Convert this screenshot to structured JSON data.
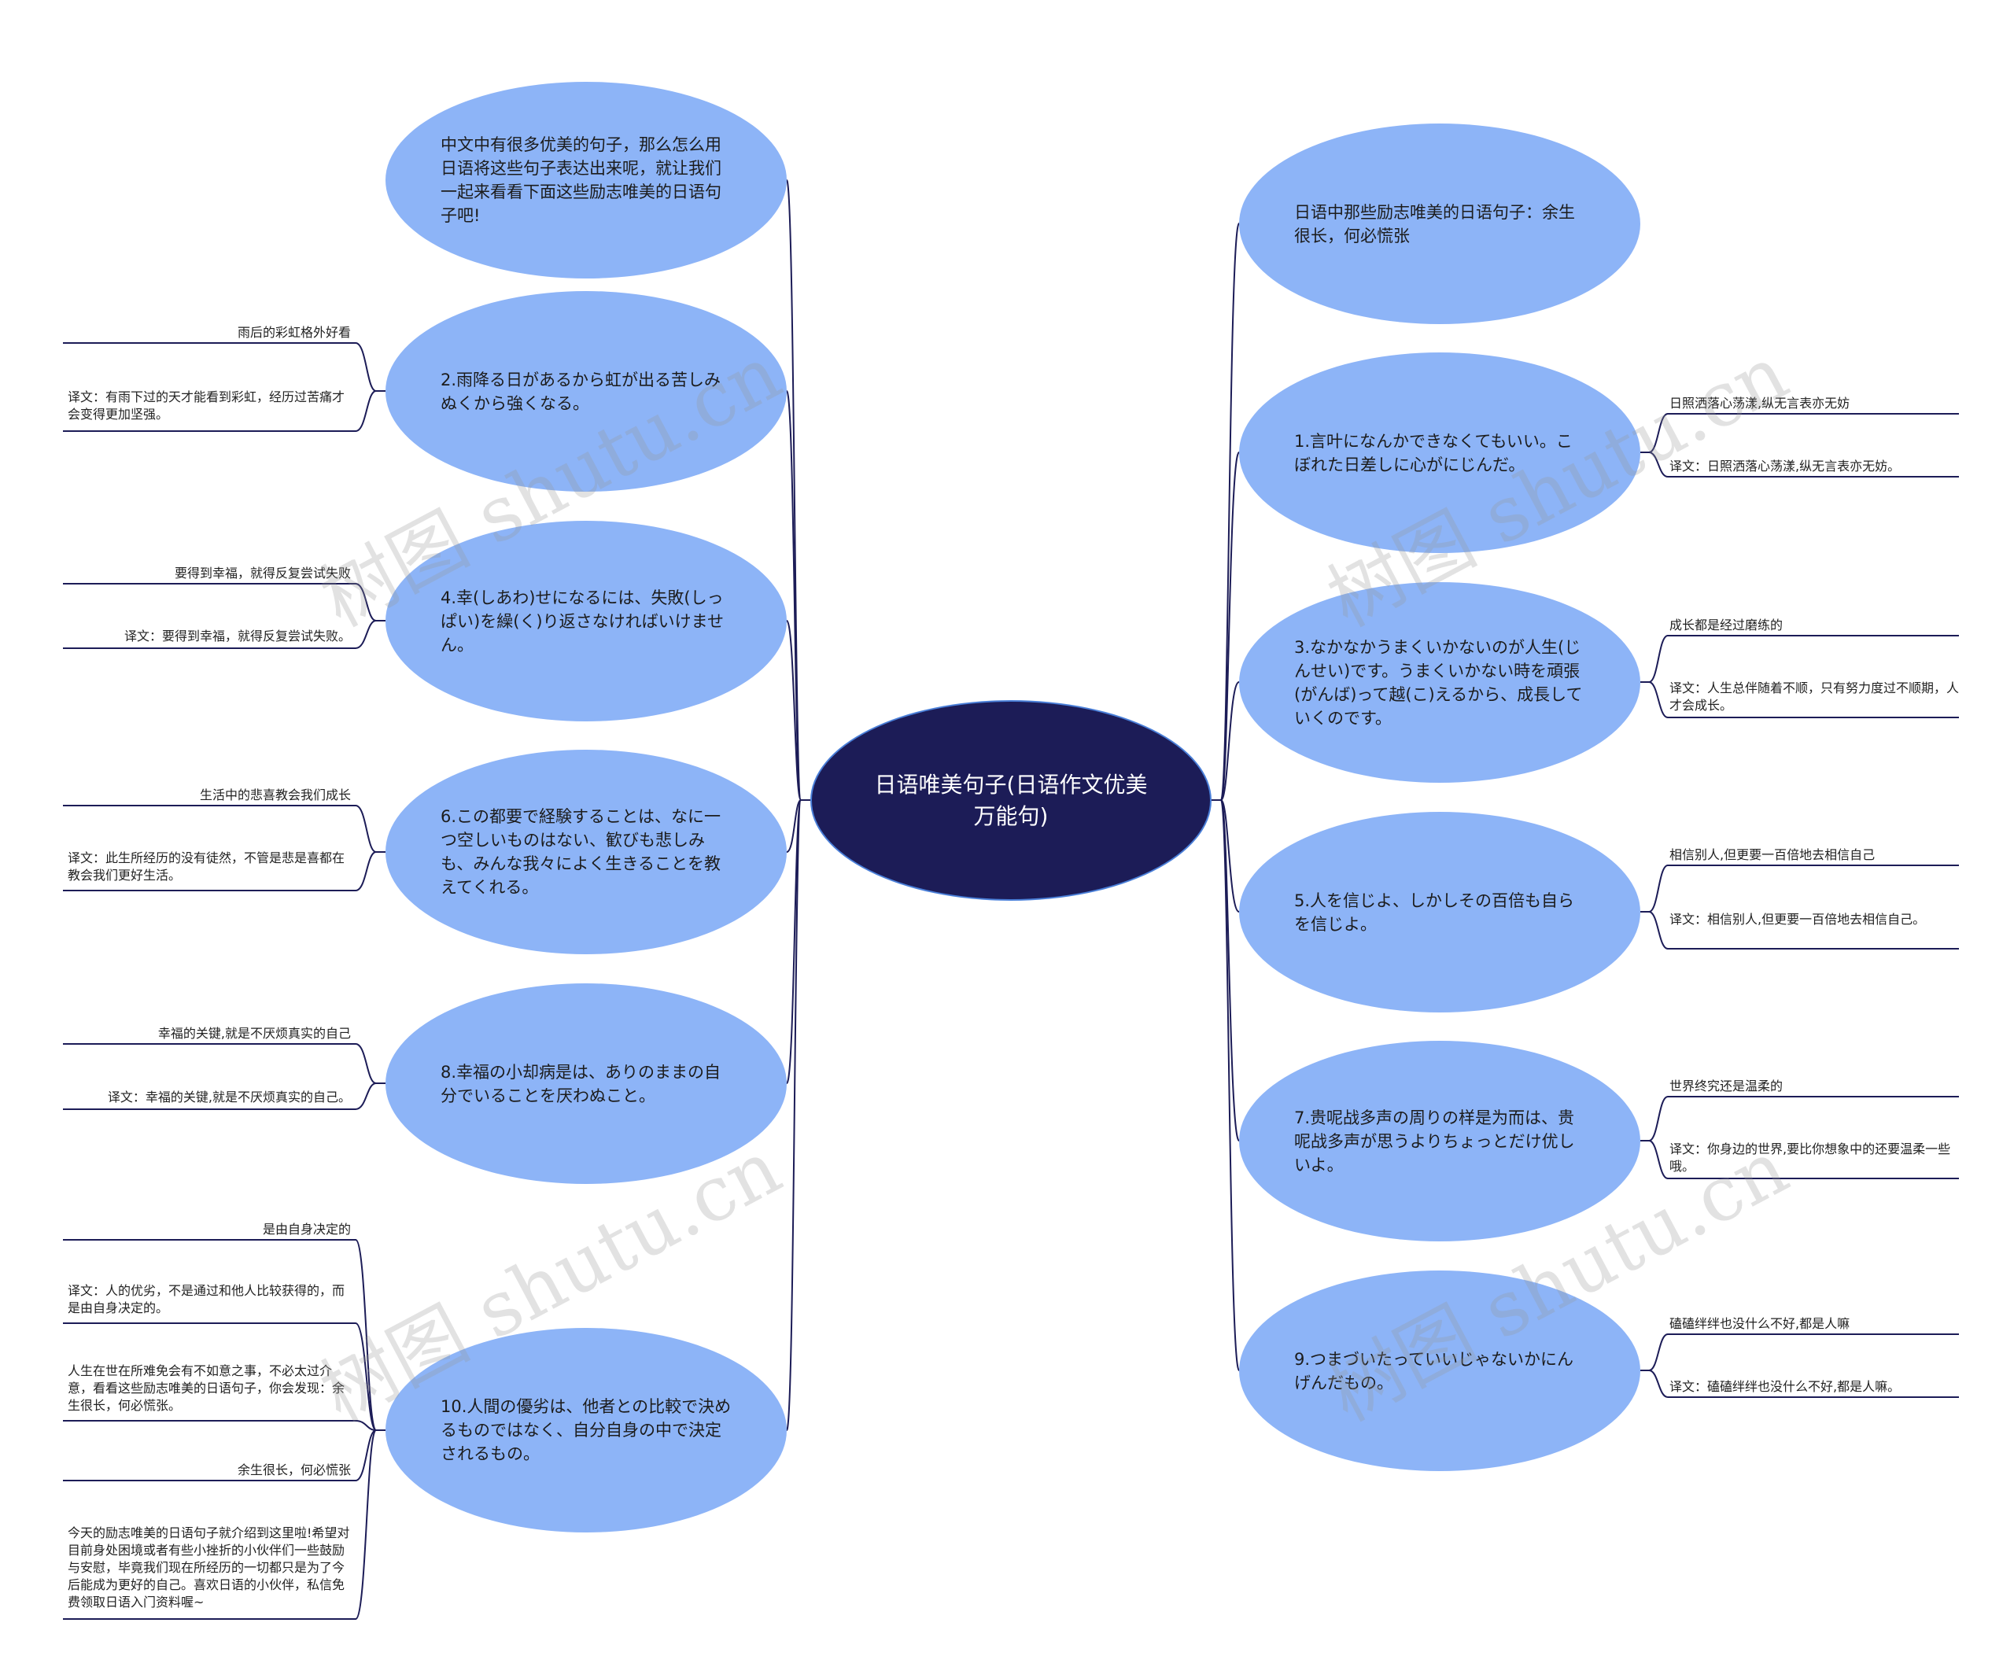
{
  "root": "日语唯美句子(日语作文优美万能句)",
  "intro": "中文中有很多优美的句子，那么怎么用日语将这些句子表达出来呢，就让我们一起来看看下面这些励志唯美的日语句子吧!",
  "left": [
    {
      "text": "2.雨降る日があるから虹が出る苦しみぬくから強くなる。",
      "leaves": [
        "雨后的彩虹格外好看",
        "译文：有雨下过的天才能看到彩虹，经历过苦痛才会变得更加坚强。"
      ]
    },
    {
      "text": "4.幸(しあわ)せになるには、失敗(しっぱい)を繰(く)り返さなければいけません。",
      "leaves": [
        "要得到幸福，就得反复尝试失败",
        "译文：要得到幸福，就得反复尝试失败。"
      ]
    },
    {
      "text": "6.この都要で経験することは、なに一つ空しいものはない、歓びも悲しみも、みんな我々によく生きることを教えてくれる。",
      "leaves": [
        "生活中的悲喜教会我们成长",
        "译文：此生所经历的没有徒然，不管是悲是喜都在教会我们更好生活。"
      ]
    },
    {
      "text": "8.幸福の小却病是は、ありのままの自分でいることを厌わぬこと。",
      "leaves": [
        "幸福的关键,就是不厌烦真实的自己",
        "译文：幸福的关键,就是不厌烦真实的自己。"
      ]
    },
    {
      "text": "10.人間の優劣は、他者との比較で決めるものではなく、自分自身の中で決定されるもの。",
      "leaves": [
        "是由自身决定的",
        "译文：人的优劣，不是通过和他人比较获得的，而是由自身决定的。",
        "人生在世在所难免会有不如意之事，不必太过介意，看看这些励志唯美的日语句子，你会发现：余生很长，何必慌张。",
        "余生很长，何必慌张",
        "今天的励志唯美的日语句子就介绍到这里啦!希望对目前身处困境或者有些小挫折的小伙伴们一些鼓励与安慰，毕竟我们现在所经历的一切都只是为了今后能成为更好的自己。喜欢日语的小伙伴，私信免费领取日语入门资料喔~"
      ]
    }
  ],
  "right": [
    {
      "text": "日语中那些励志唯美的日语句子：余生很长，何必慌张",
      "leaves": []
    },
    {
      "text": "1.言叶になんかできなくてもいい。こぼれた日差しに心がにじんだ。",
      "leaves": [
        "日照洒落心荡漾,纵无言表亦无妨",
        "译文：日照洒落心荡漾,纵无言表亦无妨。"
      ]
    },
    {
      "text": "3.なかなかうまくいかないのが人生(じんせい)です。うまくいかない時を頑張(がんば)って越(こ)えるから、成長していくのです。",
      "leaves": [
        "成长都是经过磨练的",
        "译文：人生总伴随着不顺，只有努力度过不顺期，人才会成长。"
      ]
    },
    {
      "text": "5.人を信じよ、しかしその百倍も自らを信じよ。",
      "leaves": [
        "相信别人,但更要一百倍地去相信自己",
        "译文：相信别人,但更要一百倍地去相信自己。"
      ]
    },
    {
      "text": "7.贵呢战多声の周りの样是为而は、贵呢战多声が思うよりちょっとだけ优しいよ。",
      "leaves": [
        "世界终究还是温柔的",
        "译文：你身边的世界,要比你想象中的还要温柔一些哦。"
      ]
    },
    {
      "text": "9.つまづいたっていいじゃないかにんげんだもの。",
      "leaves": [
        "磕磕绊绊也没什么不好,都是人嘛",
        "译文：磕磕绊绊也没什么不好,都是人嘛。"
      ]
    }
  ],
  "watermark": "树图 shutu.cn",
  "colors": {
    "node": "#8db4f7",
    "root": "#1c1c57",
    "line": "#1c1c57"
  }
}
